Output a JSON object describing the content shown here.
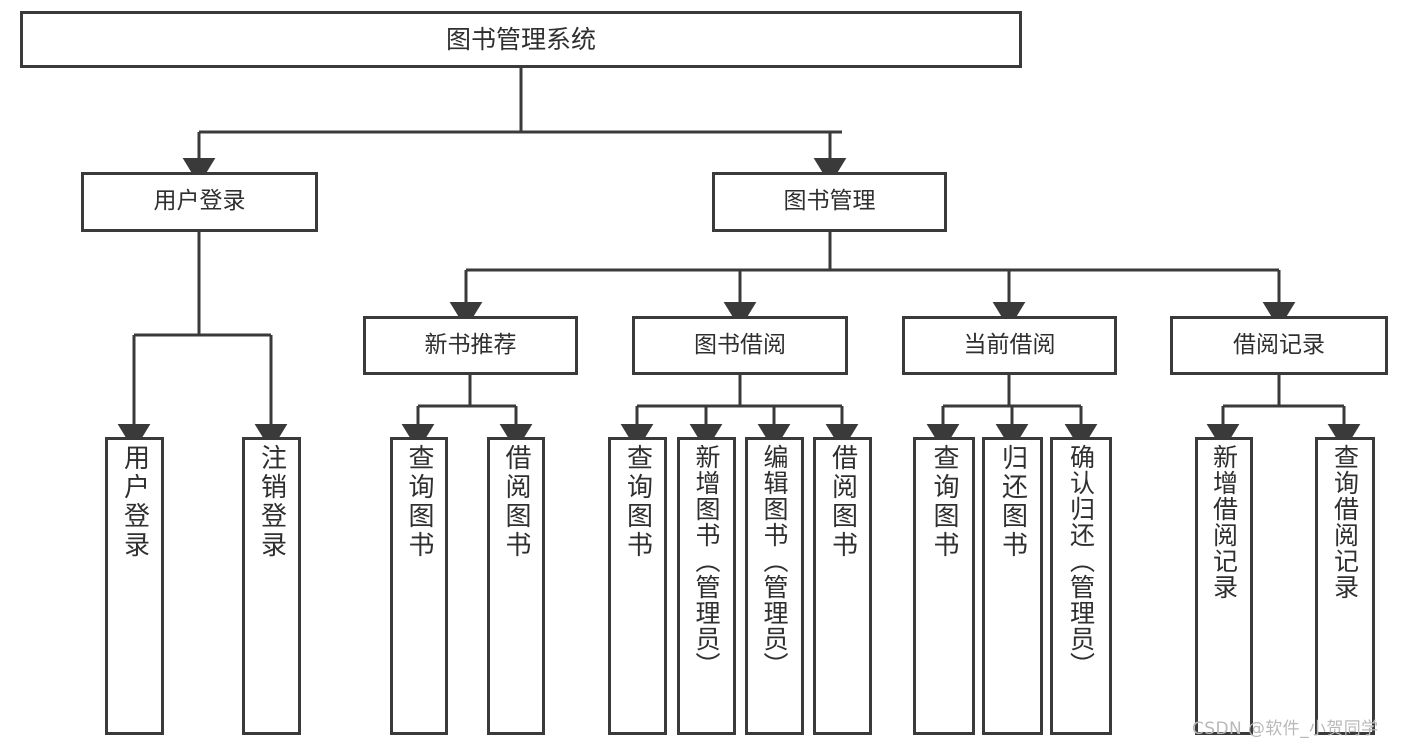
{
  "diagram": {
    "type": "tree-hierarchy",
    "title": "图书管理系统",
    "watermark": "CSDN @软件_小贺同学",
    "colors": {
      "stroke": "#3a3a3a",
      "text": "#2f2f2f",
      "background": "#ffffff",
      "watermark": "#b9b9b9"
    },
    "root": {
      "label": "图书管理系统"
    },
    "level1": [
      {
        "label": "用户登录"
      },
      {
        "label": "图书管理"
      }
    ],
    "level2": [
      {
        "label": "新书推荐"
      },
      {
        "label": "图书借阅"
      },
      {
        "label": "当前借阅"
      },
      {
        "label": "借阅记录"
      }
    ],
    "leaves": {
      "user_login": [
        {
          "label": "用户登录"
        },
        {
          "label": "注销登录"
        }
      ],
      "new_book_recommend": [
        {
          "label": "查询图书"
        },
        {
          "label": "借阅图书"
        }
      ],
      "book_borrow": [
        {
          "label": "查询图书"
        },
        {
          "label": "新增图书（管理员）"
        },
        {
          "label": "编辑图书（管理员）"
        },
        {
          "label": "借阅图书"
        }
      ],
      "current_borrow": [
        {
          "label": "查询图书"
        },
        {
          "label": "归还图书"
        },
        {
          "label": "确认归还（管理员）"
        }
      ],
      "borrow_record": [
        {
          "label": "新增借阅记录"
        },
        {
          "label": "查询借阅记录"
        }
      ]
    }
  }
}
